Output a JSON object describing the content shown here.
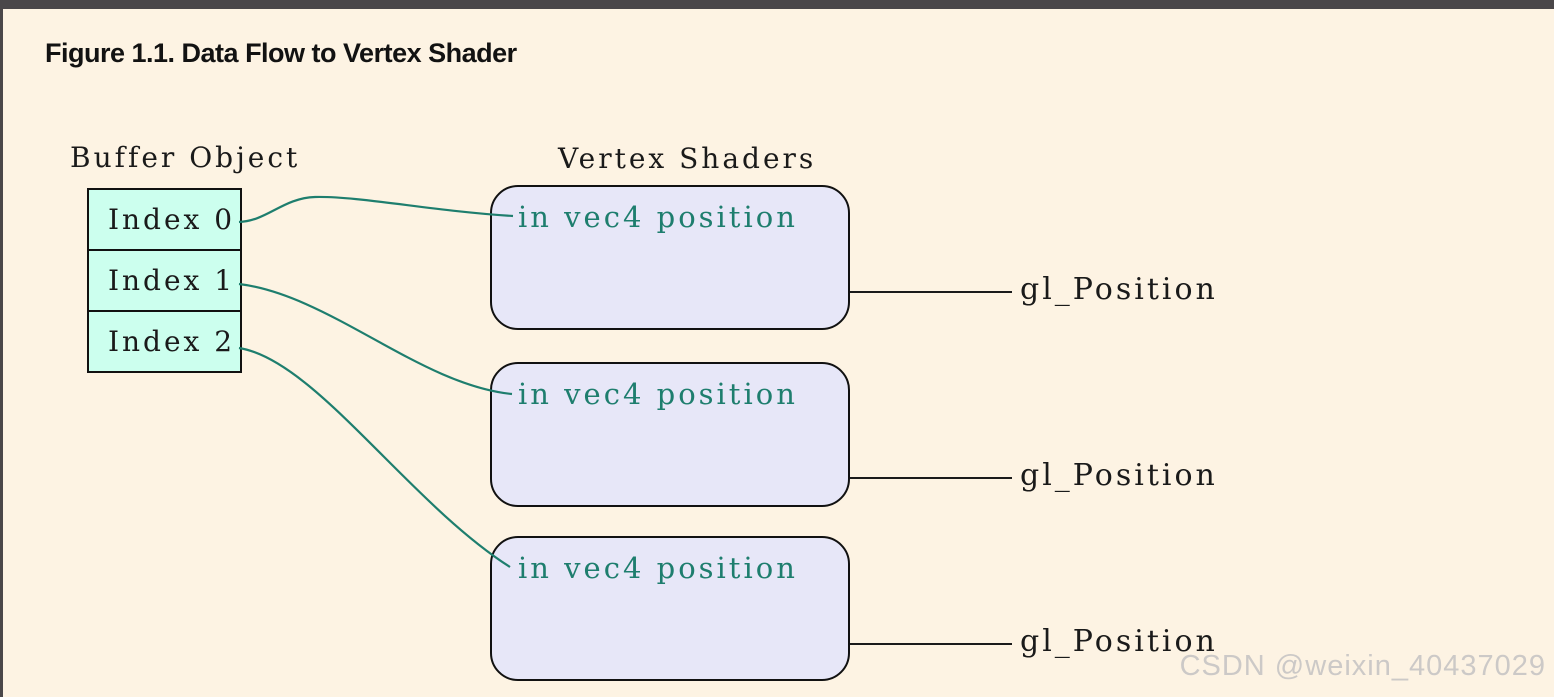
{
  "title": "Figure 1.1. Data Flow to Vertex Shader",
  "colors": {
    "page_background": "#FDF3E3",
    "frame_bar": "#4A4749",
    "buffer_cell_fill": "#CCFFEE",
    "shader_box_fill": "#E7E7F8",
    "connector_teal": "#1E7E6E",
    "outline_black": "#111111",
    "watermark_gray": "#CCC9C7"
  },
  "diagram": {
    "buffer": {
      "label": "Buffer Object",
      "cells": [
        "Index 0",
        "Index 1",
        "Index 2"
      ]
    },
    "shaders": {
      "label": "Vertex Shaders",
      "boxes": [
        {
          "input": "in vec4 position",
          "output": "gl_Position"
        },
        {
          "input": "in vec4 position",
          "output": "gl_Position"
        },
        {
          "input": "in vec4 position",
          "output": "gl_Position"
        }
      ]
    }
  },
  "watermark": "CSDN @weixin_40437029"
}
